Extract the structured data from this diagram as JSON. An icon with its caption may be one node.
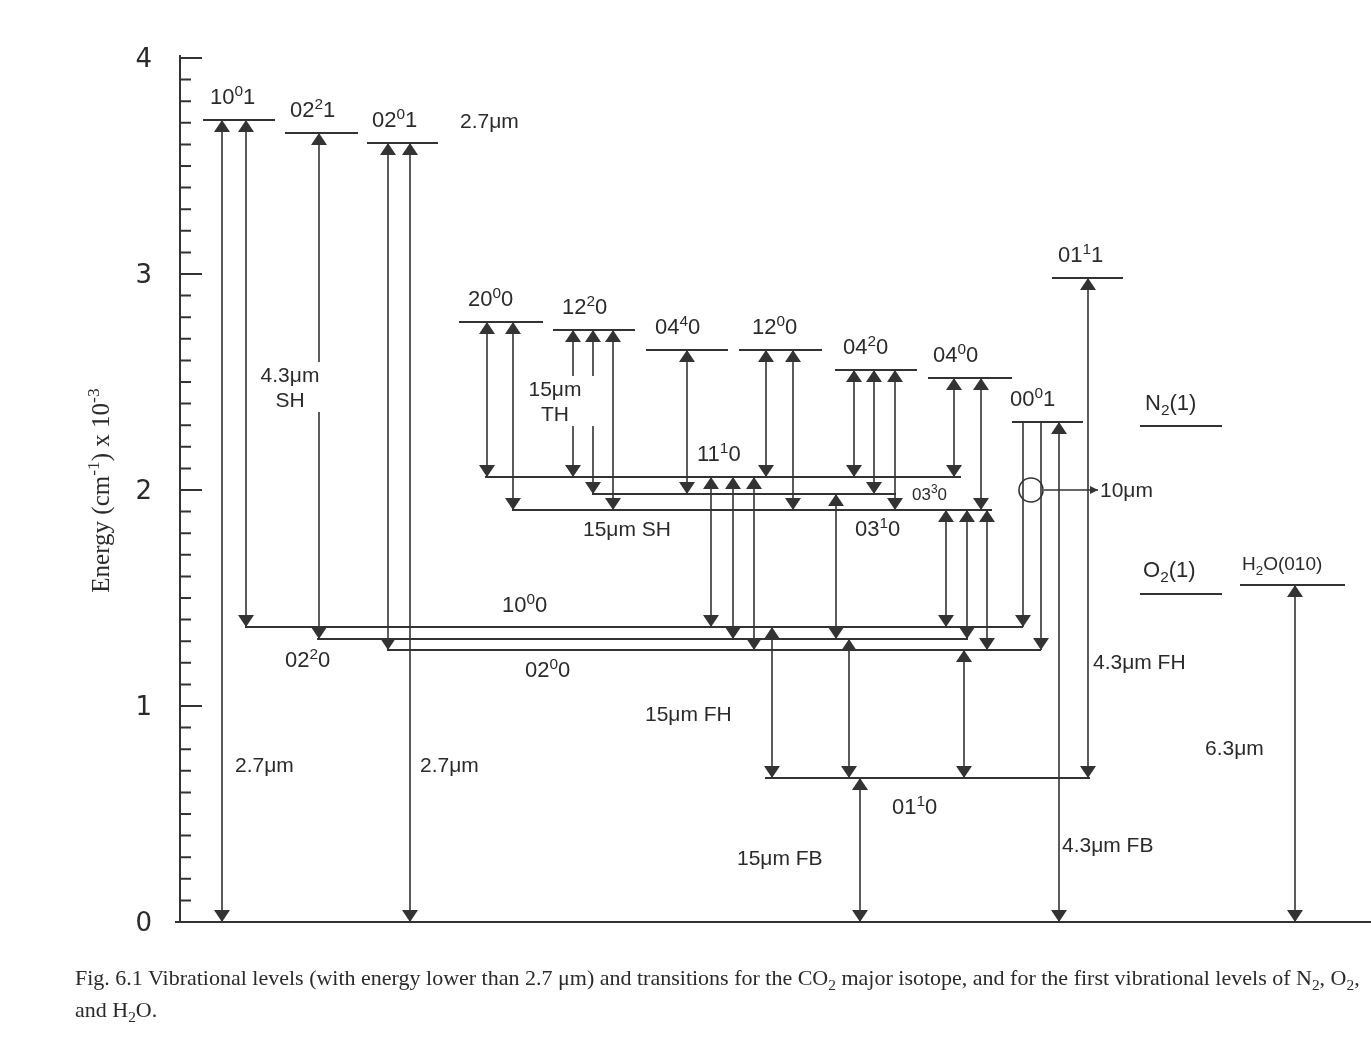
{
  "diagram": {
    "caption": "Fig. 6.1  Vibrational levels (with energy lower than 2.7 μm) and transitions for the CO$_{2}$ major isotope, and for the first vibrational levels of N$_{2}$, O$_{2}$, and H$_{2}$O.",
    "nodes": [
      {
        "text": [
          "10$^{0}$1"
        ]
      },
      {
        "text": [
          "02$^{2}$1"
        ]
      },
      {
        "text": [
          "02$^{0}$1"
        ]
      },
      {
        "text": [
          "20$^{0}$0"
        ]
      },
      {
        "text": [
          "12$^{2}$0"
        ]
      },
      {
        "text": [
          "04$^{4}$0"
        ]
      },
      {
        "text": [
          "12$^{0}$0"
        ]
      },
      {
        "text": [
          "04$^{2}$0"
        ]
      },
      {
        "text": [
          "04$^{0}$0"
        ]
      },
      {
        "text": [
          "00$^{0}$1"
        ]
      },
      {
        "text": [
          "01$^{1}$1"
        ]
      },
      {
        "text": [
          "N$_{2}$(1)"
        ]
      },
      {
        "text": [
          "11$^{1}$0"
        ]
      },
      {
        "text": [
          "03$^{3}$0"
        ]
      },
      {
        "text": [
          "03$^{1}$0"
        ]
      },
      {
        "text": [
          "10$^{0}$0"
        ]
      },
      {
        "text": [
          "02$^{2}$0"
        ]
      },
      {
        "text": [
          "02$^{0}$0"
        ]
      },
      {
        "text": [
          "O$_{2}$(1)"
        ]
      },
      {
        "text": [
          "H$_{2}$O(010)"
        ]
      },
      {
        "text": [
          "01$^{1}$0"
        ]
      },
      {
        "text": [],
        "shape": "bar"
      },
      {
        "text": [],
        "shape": "circle"
      },
      {
        "text": [
          "10μm"
        ]
      }
    ],
    "edges": [
      {
        "from": 0,
        "to": 21,
        "arrow": "both"
      },
      {
        "from": 0,
        "to": 15,
        "arrow": "both"
      },
      {
        "from": 1,
        "to": 16,
        "arrow": "both"
      },
      {
        "from": 2,
        "to": 21,
        "arrow": "both"
      },
      {
        "from": 2,
        "to": 17,
        "arrow": "both"
      },
      {
        "from": 3,
        "to": 12,
        "arrow": "both"
      },
      {
        "from": 3,
        "to": 14,
        "arrow": "both"
      },
      {
        "from": 4,
        "to": 12,
        "arrow": "both"
      },
      {
        "from": 4,
        "to": 13,
        "arrow": "both"
      },
      {
        "from": 4,
        "to": 14,
        "arrow": "both"
      },
      {
        "from": 5,
        "to": 13,
        "arrow": "both"
      },
      {
        "from": 6,
        "to": 12,
        "arrow": "both"
      },
      {
        "from": 6,
        "to": 14,
        "arrow": "both"
      },
      {
        "from": 7,
        "to": 12,
        "arrow": "both"
      },
      {
        "from": 7,
        "to": 13,
        "arrow": "both"
      },
      {
        "from": 7,
        "to": 14,
        "arrow": "both"
      },
      {
        "from": 8,
        "to": 12,
        "arrow": "both"
      },
      {
        "from": 8,
        "to": 14,
        "arrow": "both"
      },
      {
        "from": 12,
        "to": 15,
        "arrow": "both"
      },
      {
        "from": 12,
        "to": 16,
        "arrow": "both"
      },
      {
        "from": 12,
        "to": 17,
        "arrow": "both"
      },
      {
        "from": 13,
        "to": 16,
        "arrow": "both"
      },
      {
        "from": 14,
        "to": 15,
        "arrow": "both"
      },
      {
        "from": 14,
        "to": 16,
        "arrow": "both"
      },
      {
        "from": 14,
        "to": 17,
        "arrow": "both"
      },
      {
        "from": 9,
        "to": 15,
        "arrow": "to"
      },
      {
        "from": 9,
        "to": 17,
        "arrow": "to"
      },
      {
        "from": 9,
        "to": 21,
        "arrow": "both"
      },
      {
        "from": 15,
        "to": 20,
        "arrow": "both"
      },
      {
        "from": 16,
        "to": 20,
        "arrow": "both"
      },
      {
        "from": 17,
        "to": 20,
        "arrow": "both"
      },
      {
        "from": 20,
        "to": 21,
        "arrow": "both"
      },
      {
        "from": 10,
        "to": 20,
        "arrow": "both"
      },
      {
        "from": 19,
        "to": 21,
        "arrow": "both"
      },
      {
        "from": 22,
        "to": 23,
        "arrow": "to"
      }
    ],
    "labels": [
      "4",
      "3",
      "2",
      "1",
      "0",
      "Energy (cm$^{-1}$) x 10$^{-3}$",
      "2.7μm",
      "4.3μm SH",
      "15μm TH",
      "15μm SH",
      "4.3μm FH",
      "15μm FH",
      "6.3μm",
      "2.7μm",
      "2.7μm",
      "4.3μm FB",
      "15μm FB"
    ]
  }
}
